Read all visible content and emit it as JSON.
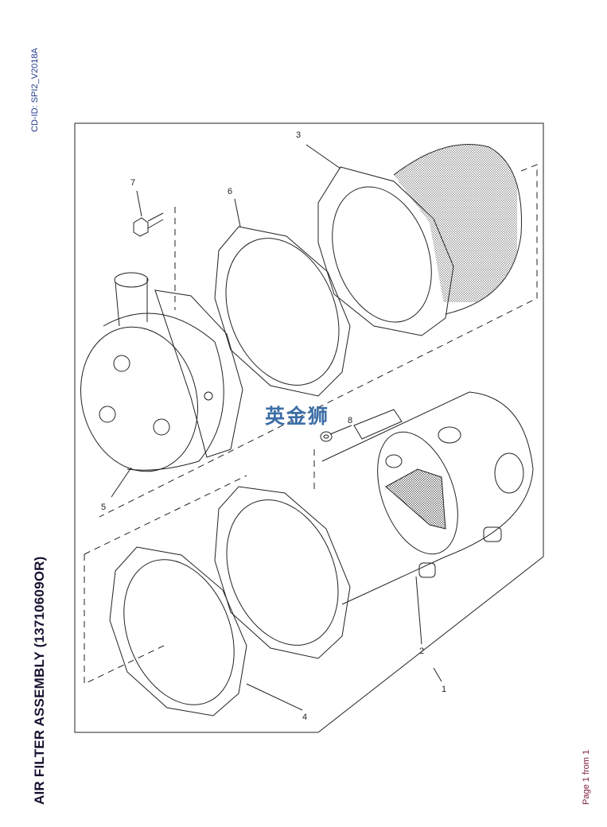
{
  "header": {
    "document_id": "CD-ID: SPI2_V2018A"
  },
  "title": "AIR FILTER ASSEMBLY (13710609OR)",
  "footer": {
    "page": "Page 1 from 1"
  },
  "watermark": "英金狮",
  "callouts": [
    "1",
    "2",
    "3",
    "4",
    "5",
    "6",
    "7",
    "8"
  ],
  "colors": {
    "watermark": "#3d6ea6",
    "line": "#222222"
  }
}
